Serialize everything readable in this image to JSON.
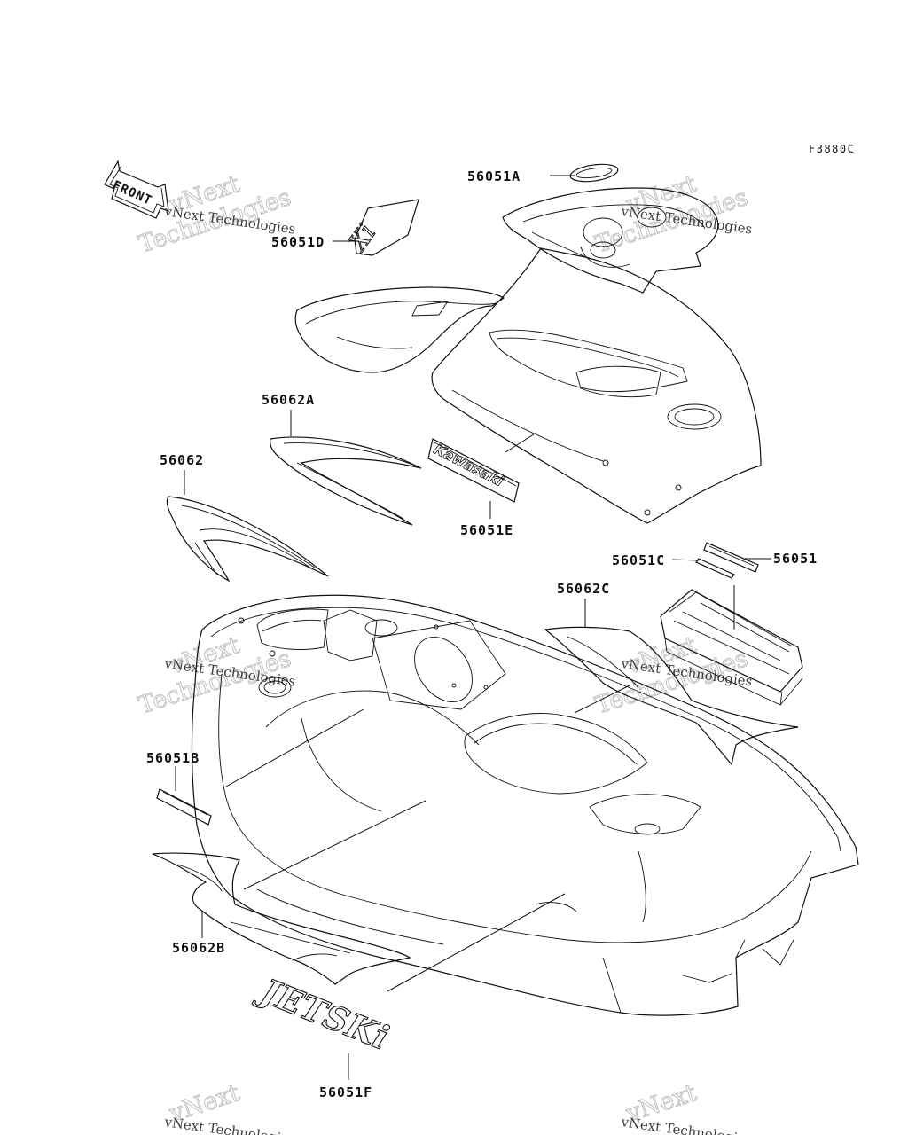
{
  "figure_code": "F3880C",
  "front_arrow_text": "FRONT",
  "watermark": {
    "line1": "vNext Technologies",
    "big1": "vNext",
    "big2": "Technologies"
  },
  "part_labels": {
    "p56051A": "56051A",
    "p56051D": "56051D",
    "p56062A": "56062A",
    "p56062": "56062",
    "p56051E": "56051E",
    "p56051C": "56051C",
    "p56051": "56051",
    "p56062C": "56062C",
    "p56051B": "56051B",
    "p56062B": "56062B",
    "p56051F": "56051F"
  },
  "decal_text": {
    "kawasaki": "Kawasaki",
    "jetski": "JETSKi",
    "xi": "Xi",
    "kawi": "KAWASAKI"
  }
}
